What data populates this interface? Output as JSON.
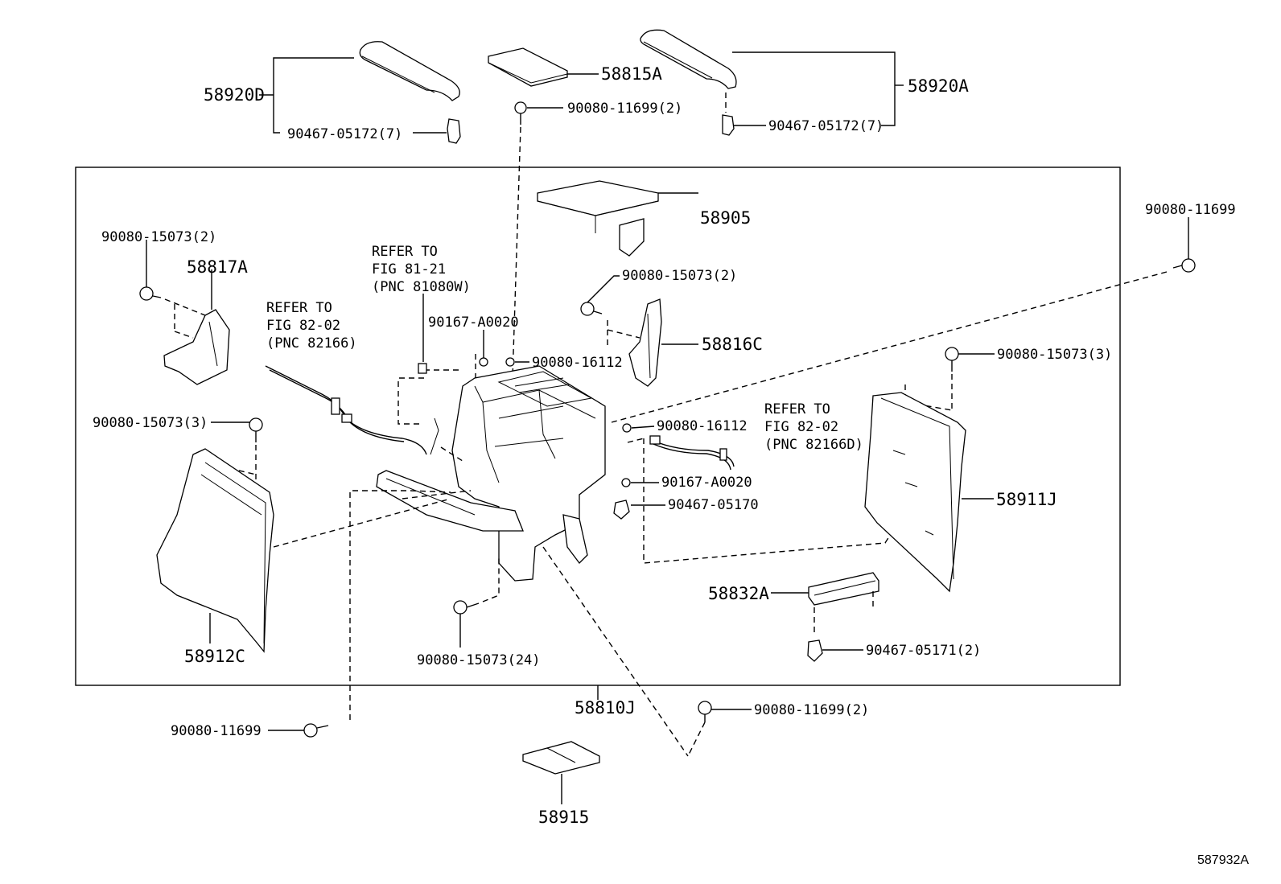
{
  "diagram": {
    "reference_code": "587932A",
    "assembly_label": "58810J",
    "notes": {
      "ref1": [
        "REFER TO",
        "FIG 82-02",
        "(PNC 82166)"
      ],
      "ref2": [
        "REFER TO",
        "FIG 81-21",
        "(PNC 81080W)"
      ],
      "ref3": [
        "REFER TO",
        "FIG 82-02",
        "(PNC 82166D)"
      ]
    },
    "labels": {
      "p58920D": "58920D",
      "p90467_05172_l": "90467-05172(7)",
      "p58815A": "58815A",
      "p90080_11699_top": "90080-11699(2)",
      "p58920A": "58920A",
      "p90467_05172_r": "90467-05172(7)",
      "p58905": "58905",
      "p90080_11699_right": "90080-11699",
      "p90080_15073_2a": "90080-15073(2)",
      "p58817A": "58817A",
      "p90080_15073_2b": "90080-15073(2)",
      "p58816C": "58816C",
      "p90167_A0020_a": "90167-A0020",
      "p90080_16112_a": "90080-16112",
      "p90080_15073_3r": "90080-15073(3)",
      "p90080_15073_3l": "90080-15073(3)",
      "p90080_16112_b": "90080-16112",
      "p90167_A0020_b": "90167-A0020",
      "p90467_05170": "90467-05170",
      "p58911J": "58911J",
      "p58832A": "58832A",
      "p90467_05171": "90467-05171(2)",
      "p58912C": "58912C",
      "p90080_15073_24": "90080-15073(24)",
      "p90080_11699_bl": "90080-11699",
      "p90080_11699_bc": "90080-11699(2)",
      "p58915": "58915"
    }
  }
}
